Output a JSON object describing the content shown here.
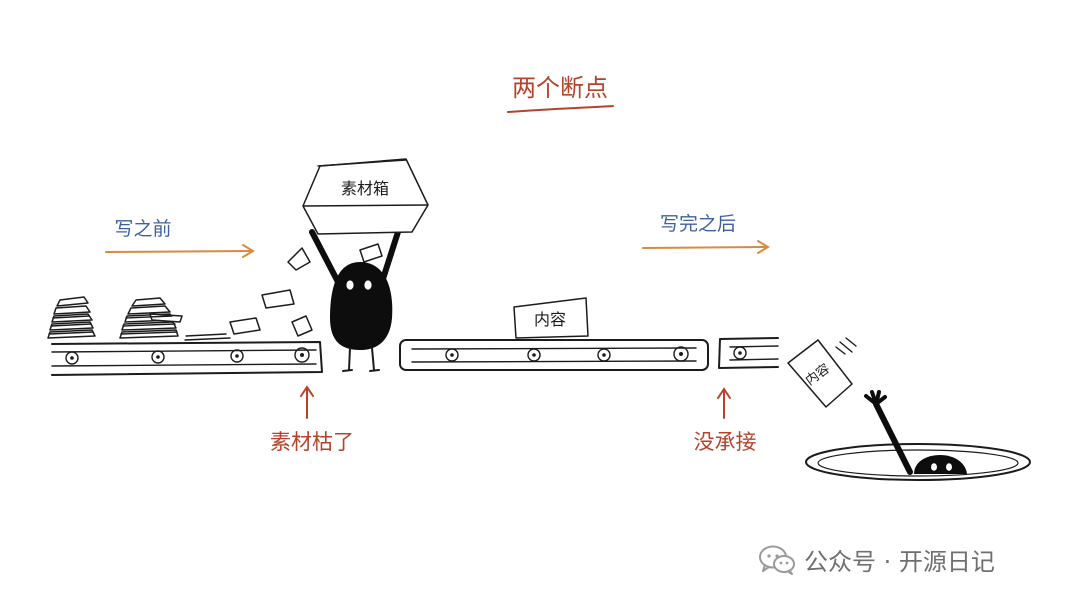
{
  "title": "两个断点",
  "labels": {
    "before_writing": "写之前",
    "after_writing": "写完之后",
    "materials_dried": "素材枯了",
    "no_handoff": "没承接"
  },
  "box_label": "素材箱",
  "content_card": "内容",
  "falling_card": "内容",
  "watermark": {
    "text": "公众号 · 开源日记",
    "icon": "wechat-icon"
  },
  "colors": {
    "title_red": "#b5432c",
    "label_blue": "#3f5f9e",
    "arrow_orange": "#d98a3d",
    "ink": "#1c1c1c"
  }
}
